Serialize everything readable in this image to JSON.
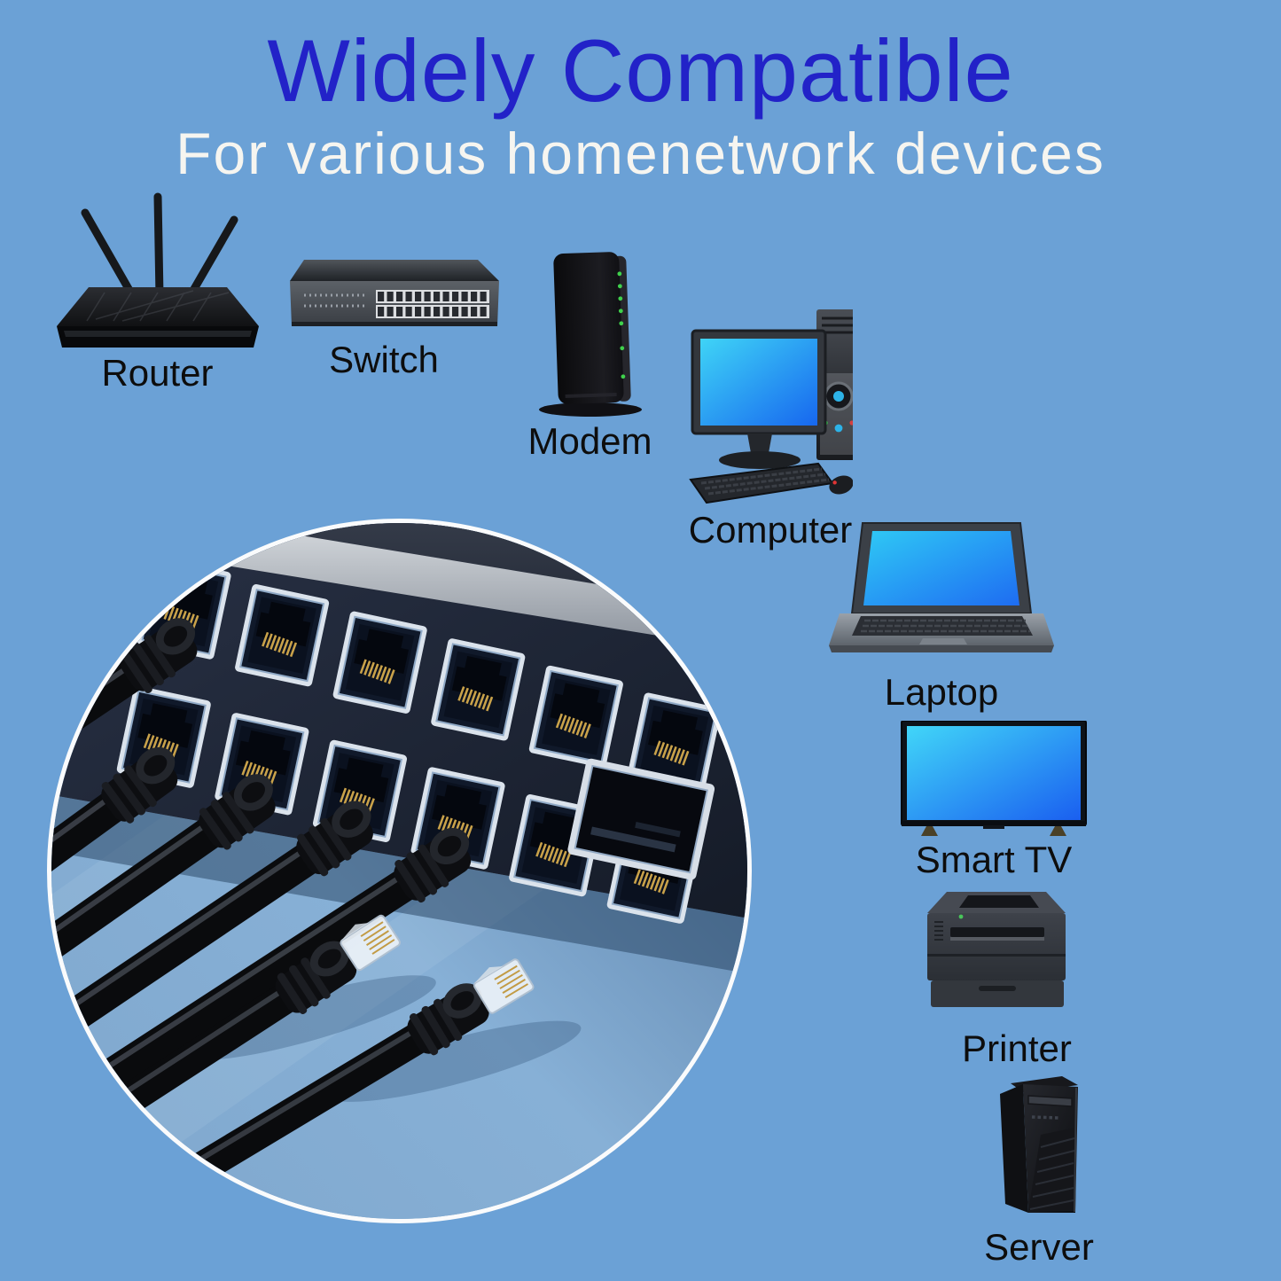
{
  "page": {
    "title": "Widely Compatible",
    "subtitle": "For various homenetwork devices"
  },
  "devices": [
    {
      "id": "router",
      "label": "Router"
    },
    {
      "id": "switch",
      "label": "Switch"
    },
    {
      "id": "modem",
      "label": "Modem"
    },
    {
      "id": "computer",
      "label": "Computer"
    },
    {
      "id": "laptop",
      "label": "Laptop"
    },
    {
      "id": "smart-tv",
      "label": "Smart TV"
    },
    {
      "id": "printer",
      "label": "Printer"
    },
    {
      "id": "server",
      "label": "Server"
    }
  ],
  "colors": {
    "background": "#6ba1d6",
    "title_blue": "#2222c8",
    "subtitle_white": "#f6f5f0",
    "label_black": "#0d0d0d",
    "screen_cyan": "#3fd4f6",
    "screen_blue": "#1a66f0"
  }
}
